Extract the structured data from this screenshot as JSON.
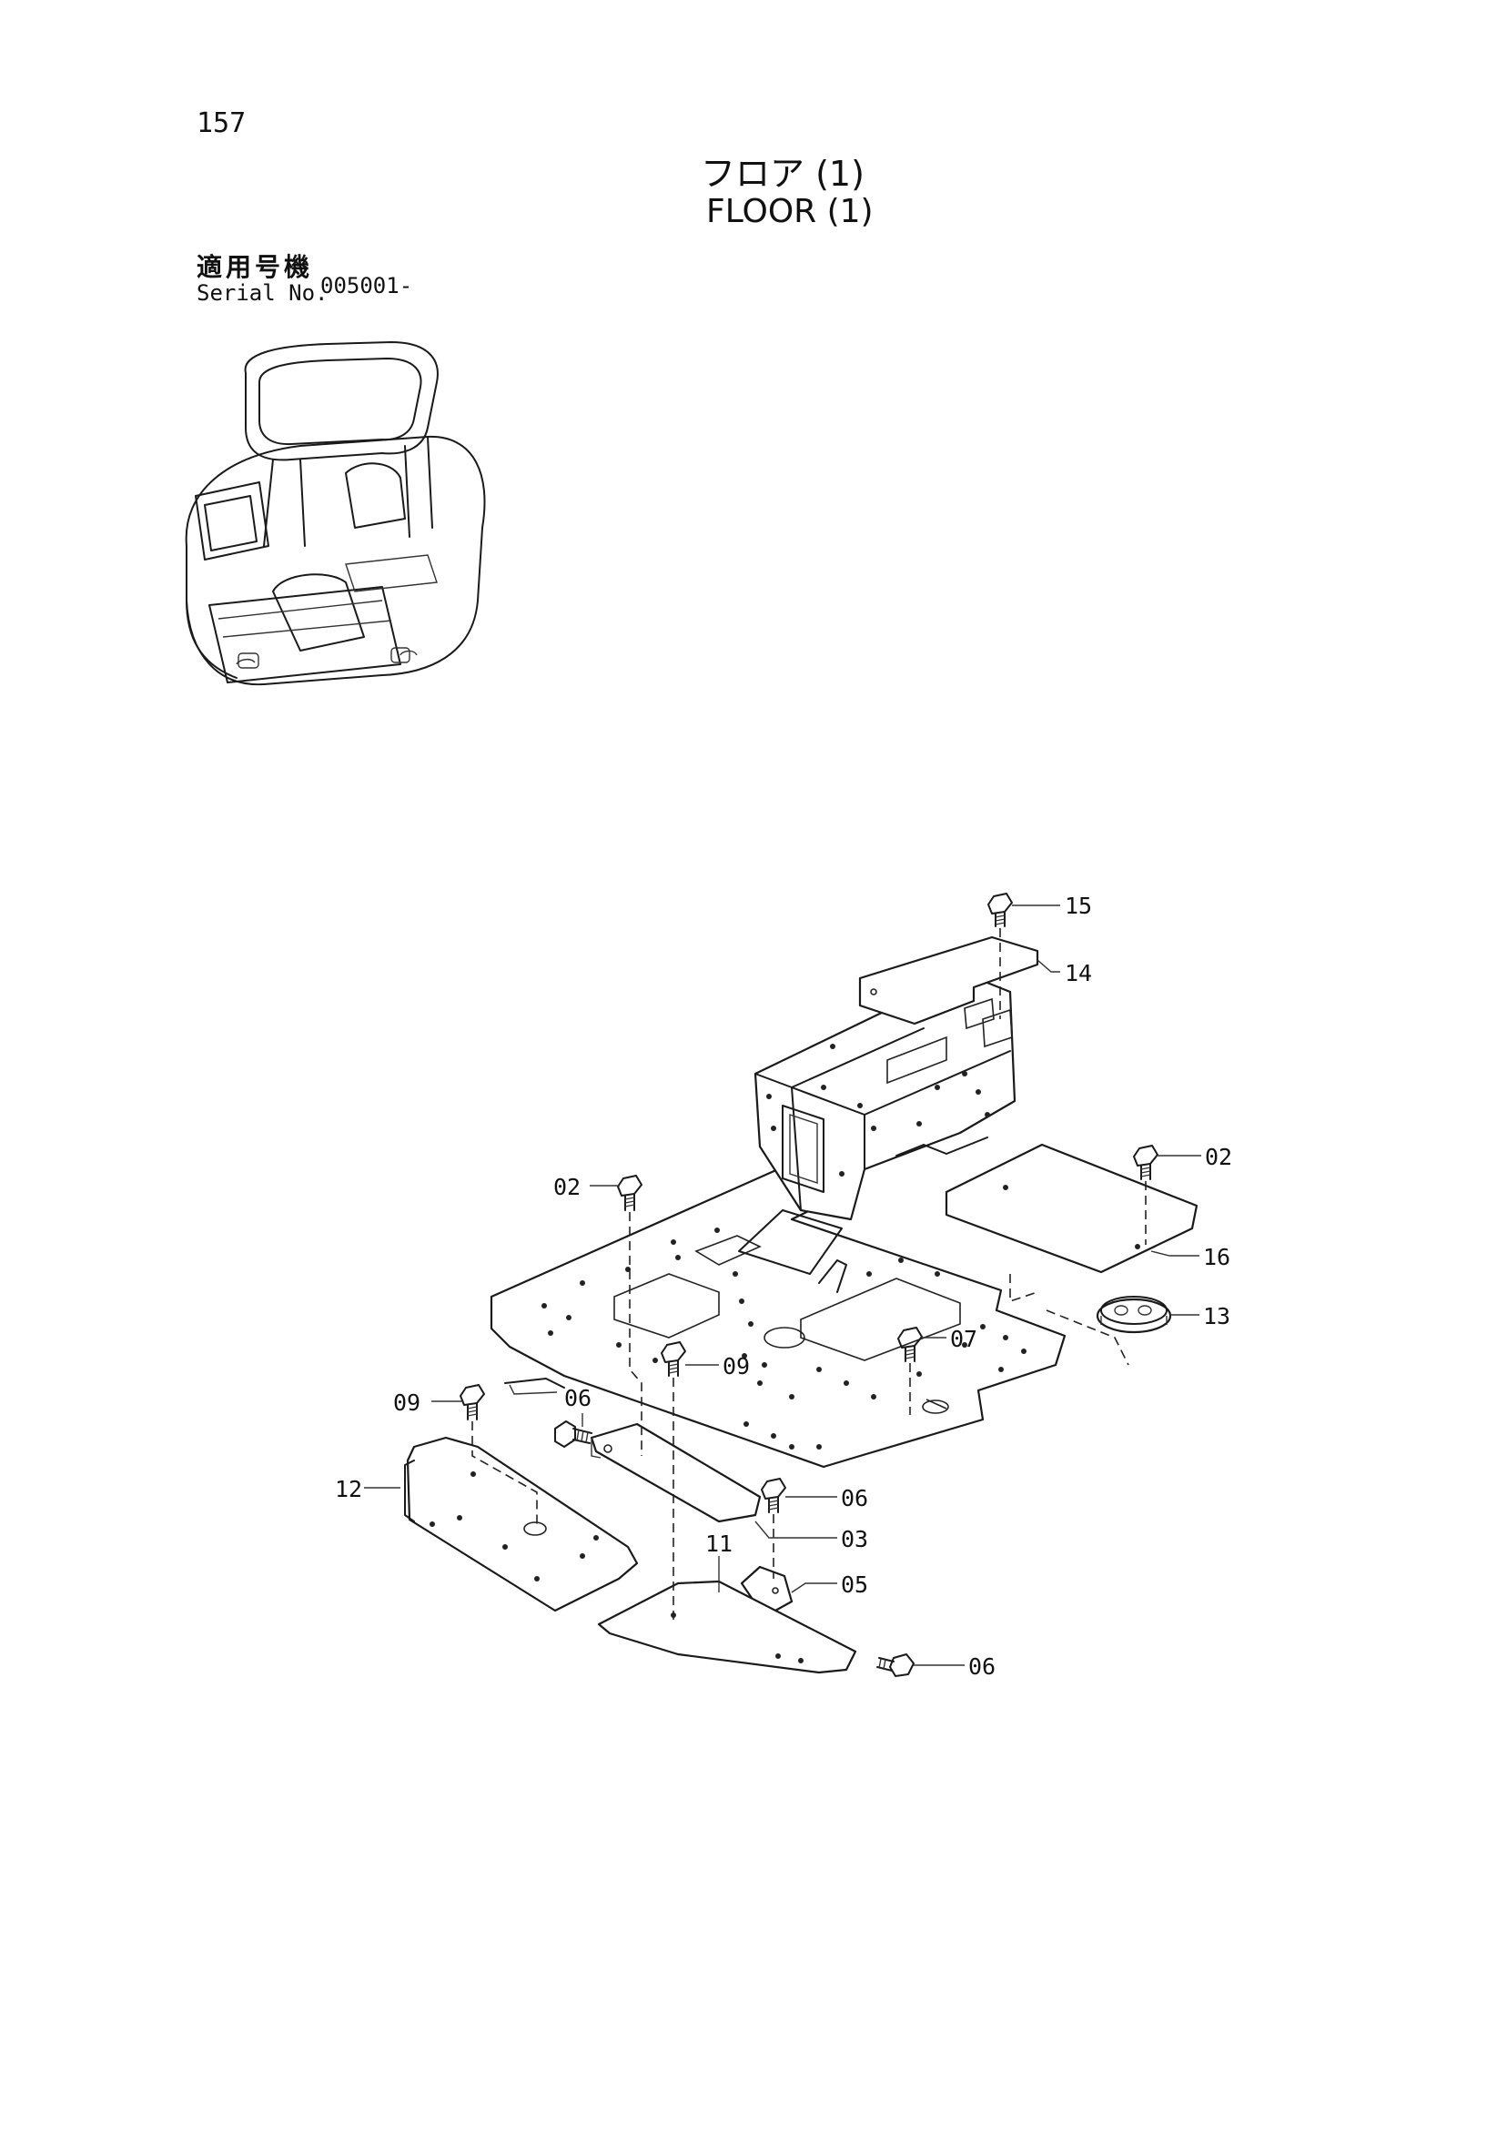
{
  "page": {
    "number": "157"
  },
  "title": {
    "jp": "フロア (1)",
    "en": "FLOOR (1)"
  },
  "serial": {
    "label_jp": "適用号機",
    "label_en": "Serial No.",
    "value": "005001-"
  },
  "callouts": {
    "c15": "15",
    "c14": "14",
    "c02a": "02",
    "c02b": "02",
    "c16": "16",
    "c13": "13",
    "c07": "07",
    "c09a": "09",
    "c09b": "09",
    "c06a": "06",
    "c06b": "06",
    "c06c": "06",
    "c03": "03",
    "c05": "05",
    "c11": "11",
    "c12": "12"
  }
}
